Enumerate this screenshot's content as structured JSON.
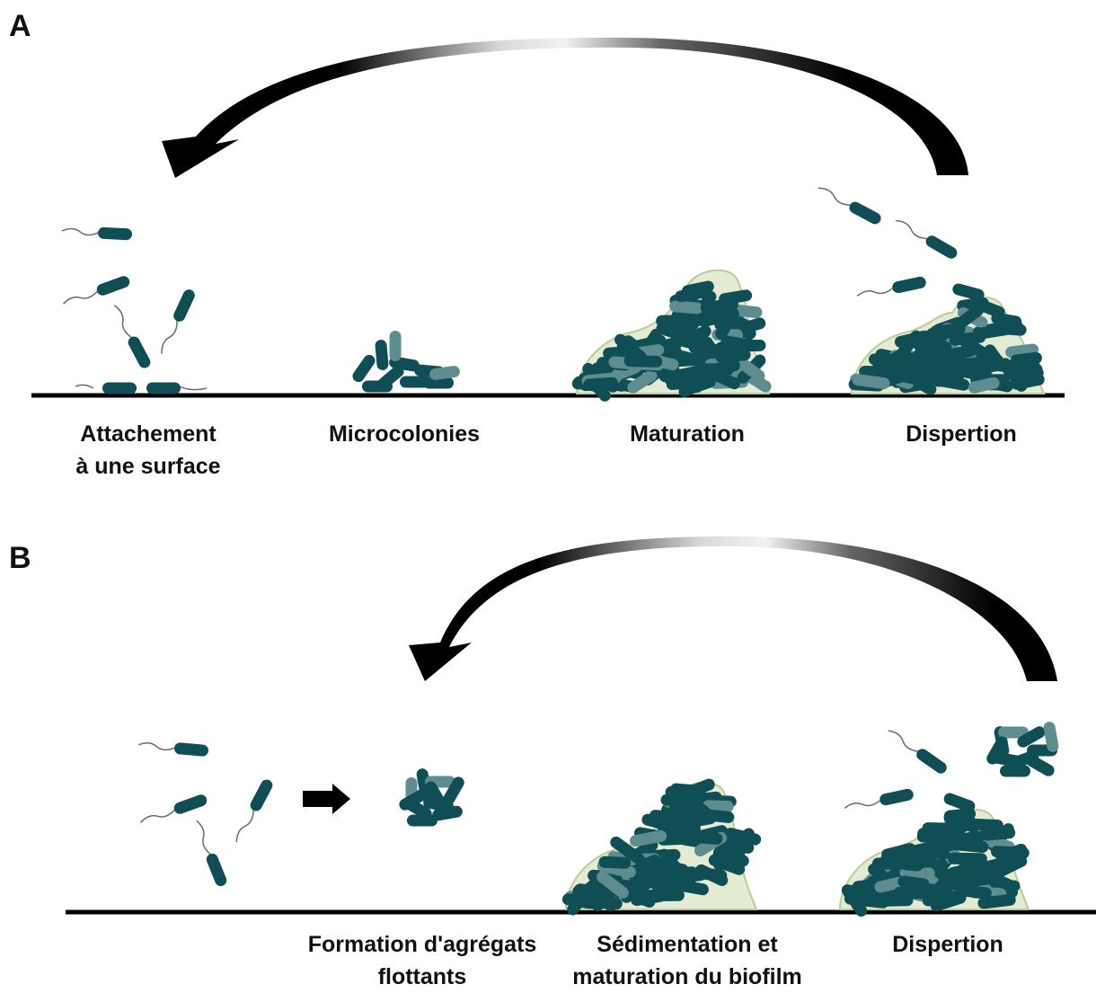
{
  "panels": [
    {
      "letter": "A",
      "stages": [
        {
          "id": "attachement",
          "lines": [
            "Attachement",
            "à une surface"
          ]
        },
        {
          "id": "microcolonies",
          "lines": [
            "Microcolonies"
          ]
        },
        {
          "id": "maturation",
          "lines": [
            "Maturation"
          ]
        },
        {
          "id": "dispertion",
          "lines": [
            "Dispertion"
          ]
        }
      ]
    },
    {
      "letter": "B",
      "stages": [
        {
          "id": "formation",
          "lines": [
            "Formation d'agrégats",
            "flottants"
          ]
        },
        {
          "id": "sedimentation",
          "lines": [
            "Sédimentation et",
            "maturation du biofilm"
          ]
        },
        {
          "id": "dispertion",
          "lines": [
            "Dispertion"
          ]
        }
      ]
    }
  ],
  "colors": {
    "bacterium": "#0f4e55",
    "bacterium_light": "#5f8d8f",
    "matrix": "#e3ecd2",
    "matrix_edge": "#b9cc98",
    "arrow": "#000000",
    "surface": "#000000",
    "flagellum": "#6b6b6b"
  },
  "icons": [
    "cycle-arrow-icon",
    "bacterium-icon",
    "biofilm-icon",
    "right-arrow-icon"
  ]
}
